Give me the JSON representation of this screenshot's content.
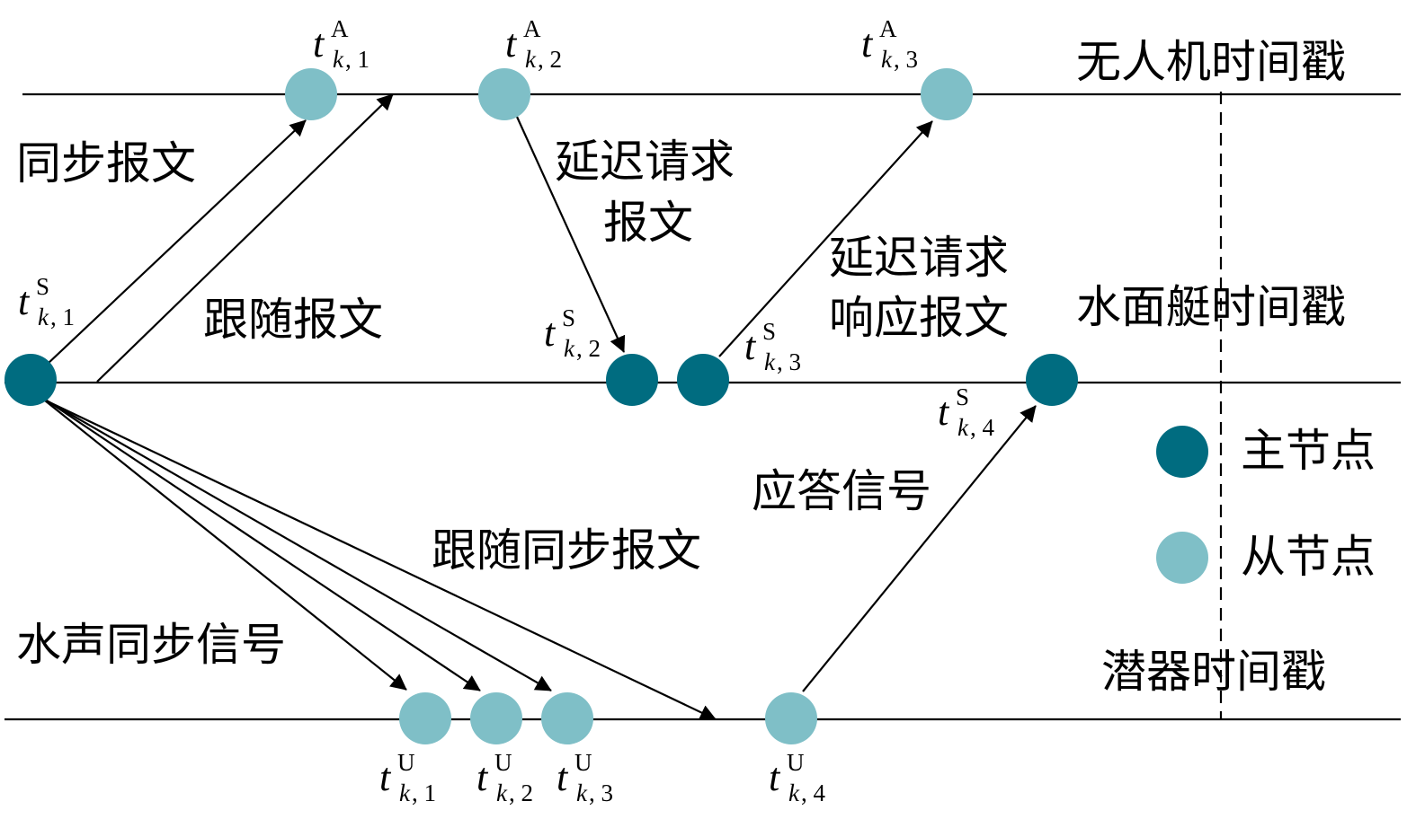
{
  "colors": {
    "master": "#006c80",
    "slave": "#7fbfc7",
    "line": "#000000"
  },
  "timelines": {
    "uav_label": "无人机时间戳",
    "boat_label": "水面艇时间戳",
    "sub_label": "潜器时间戳"
  },
  "messages": {
    "sync": "同步报文",
    "follow": "跟随报文",
    "delay_req_line1": "延迟请求",
    "delay_req_line2": "报文",
    "delay_resp_line1": "延迟请求",
    "delay_resp_line2": "响应报文",
    "reply": "应答信号",
    "follow_sync": "跟随同步报文",
    "acoustic_sync": "水声同步信号"
  },
  "legend": {
    "master": "主节点",
    "slave": "从节点"
  },
  "timestamps": {
    "a1": {
      "t": "t",
      "sup": "A",
      "k": "k",
      "n": ", 1"
    },
    "a2": {
      "t": "t",
      "sup": "A",
      "k": "k",
      "n": ", 2"
    },
    "a3": {
      "t": "t",
      "sup": "A",
      "k": "k",
      "n": ", 3"
    },
    "s1": {
      "t": "t",
      "sup": "S",
      "k": "k",
      "n": ", 1"
    },
    "s2": {
      "t": "t",
      "sup": "S",
      "k": "k",
      "n": ", 2"
    },
    "s3": {
      "t": "t",
      "sup": "S",
      "k": "k",
      "n": ", 3"
    },
    "s4": {
      "t": "t",
      "sup": "S",
      "k": "k",
      "n": ", 4"
    },
    "u1": {
      "t": "t",
      "sup": "U",
      "k": "k",
      "n": ", 1"
    },
    "u2": {
      "t": "t",
      "sup": "U",
      "k": "k",
      "n": ", 2"
    },
    "u3": {
      "t": "t",
      "sup": "U",
      "k": "k",
      "n": ", 3"
    },
    "u4": {
      "t": "t",
      "sup": "U",
      "k": "k",
      "n": ", 4"
    }
  }
}
